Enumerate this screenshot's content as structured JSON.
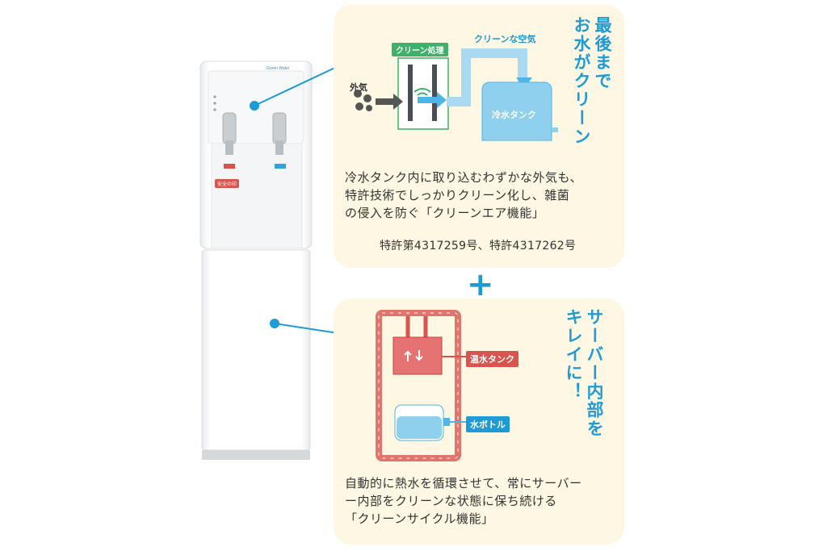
{
  "top_panel": {
    "title": "最後まで\nお水がクリーン",
    "diagram": {
      "clean_process_label": "クリーン処理",
      "clean_air_label": "クリーンな空気",
      "outside_air_label": "外気",
      "cold_tank_label": "冷水タンク"
    },
    "description": "冷水タンク内に取り込むわずかな外気も、\n特許技術でしっかりクリーン化し、雑菌\nの侵入を防ぐ「クリーンエア機能」",
    "patent": "特許第4317259号、特許4317262号"
  },
  "plus_sign": "+",
  "bottom_panel": {
    "title": "サーバー内部を\nキレイに！",
    "diagram": {
      "hot_tank_label": "温水タンク",
      "water_bottle_label": "水ボトル"
    },
    "description": "自動的に熱水を循環させて、常にサーバー\nー内部をクリーンな状態に保ち続ける\n「クリーンサイクル機能」"
  },
  "product": {
    "brand": "Green Water",
    "badge": "安全の印"
  },
  "colors": {
    "accent_blue": "#1e9bd7",
    "panel_bg": "#fdf7e3",
    "hot_red": "#d9534f",
    "clean_green": "#3db06a"
  }
}
